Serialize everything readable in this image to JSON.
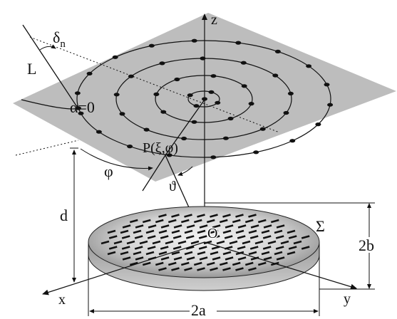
{
  "labels": {
    "z": "z",
    "x": "x",
    "y": "y",
    "L": "L",
    "delta_n": "δ",
    "delta_sub": "n",
    "alpha0": "α=0",
    "P": "P(ξ,φ)",
    "phi": "φ",
    "theta": "ϑ",
    "d": "d",
    "O": "O",
    "Sigma": "Σ",
    "two_b": "2b",
    "two_a": "2a"
  },
  "colors": {
    "plane_fill": "#bdbdbd",
    "line": "#111111",
    "dot": "#111111"
  }
}
